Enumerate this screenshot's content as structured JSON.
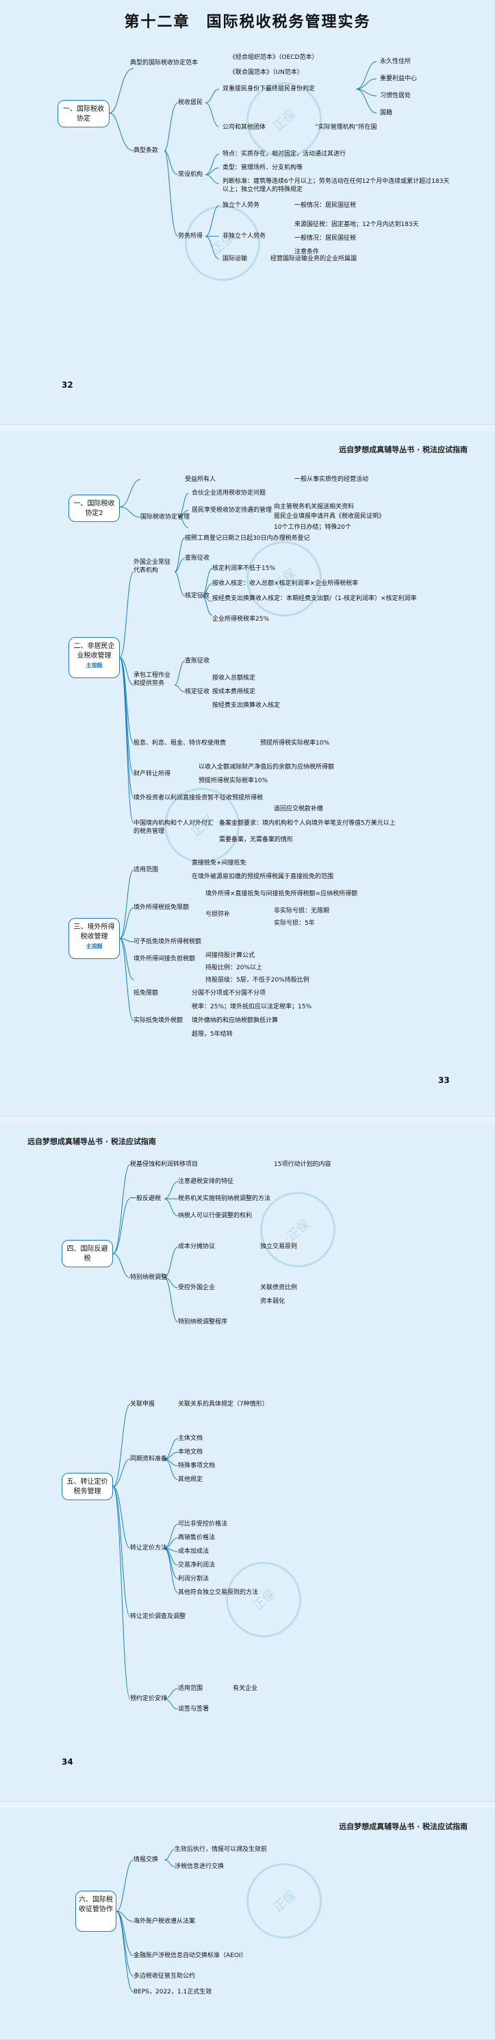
{
  "page1": {
    "title": "第十二章　国际税收税务管理实务",
    "page_no": "32",
    "root": "一、国际税收协定",
    "n": [
      "典型的国际税收协定范本",
      "《经合组织范本》（OECD范本）",
      "《联合国范本》（UN范本）",
      "典型条款",
      "税收居民",
      "双重居民身份下最终居民身份判定",
      "永久性住所",
      "重要利益中心",
      "习惯性居处",
      "国籍",
      "公司和其他团体",
      "“实际管理机构”所在国",
      "常设机构",
      "特点：实质存在，相对固定，活动通过其进行",
      "类型：管理场所、分支机构等",
      "判断标准：建筑等连续6个月以上；劳务活动在任何12个月中连续或累计超过183天以上；独立代理人的特殊规定",
      "劳务所得",
      "独立个人劳务",
      "一般情况：居民国征税",
      "非独立个人劳务",
      "来源国征税：固定基地；12个月内达到183天",
      "一般情况：居民国征税",
      "注意条件",
      "国际运输",
      "经营国际运输业务的企业所属国"
    ]
  },
  "page2": {
    "header": "远自梦想成真辅导丛书 · 税法应试指南",
    "page_no": "33",
    "root1": "一、国际税收协定2",
    "a": [
      "受益所有人",
      "一般从事实质性的经营活动",
      "国际税收协定管理",
      "合伙企业适用税收协定问题",
      "居民享受税收协定待遇的管理",
      "向主管税务机关报送相关资料",
      "居民企业填报申请开具《税收居民证明》",
      "10个工作日办结；特殊20个"
    ],
    "root2": "二、非居民企业税收管理",
    "root2_tag": "主观题",
    "b": [
      "外国企业常驻代表机构",
      "按照工商登记日期之日起30日内办理税务登记",
      "查账征收",
      "核定征收",
      "核定利润率不低于15%",
      "按收入核定：收入总额×核定利润率×企业所得税税率",
      "按经费支出换算收入核定：本期经费支出额/（1-核定利润率）×核定利润率",
      "企业所得税税率25%",
      "承包工程作业和提供劳务",
      "查账征收",
      "核定征收",
      "按收入总额核定",
      "按成本费用核定",
      "按经费支出换算收入核定",
      "股息、利息、租金、特许权使用费",
      "预提所得税实际税率10%",
      "财产转让所得",
      "以收入全额减除财产净值后的余额为应纳税所得额",
      "预提所得税实际税率10%",
      "境外投资者以利润直接投资暂不征收预提所得税",
      "追回应交税款补缴",
      "中国境内机构和个人对外付汇的税务管理",
      "备案金额要求：境内机构和个人向境外单笔支付等值5万美元以上",
      "需要备案，无需备案的情形"
    ],
    "root3": "三、境外所得税收管理",
    "root3_tag": "主观题",
    "c": [
      "适用范围",
      "直接抵免+间接抵免",
      "在境外被源泉扣缴的预提所得税属于直接抵免的范围",
      "境外所得税抵免限额",
      "境外所得×直接抵免与间接抵免所得税额=应纳税所得额",
      "亏损弥补",
      "非实际亏损：无限期",
      "实际亏损：5年",
      "可予抵免境外所得税税额",
      "境外所得间接负担税额",
      "间接持股计算公式",
      "持股比例：20%以上",
      "持股层级：5层，不低于20%持股比例",
      "抵免限额",
      "分国不分项或不分国不分项",
      "税率：25%；境外抵扣应以法定税率；15%",
      "实际抵免境外税额",
      "境外缴纳的和应纳税额孰低计算",
      "超限，5年结转"
    ]
  },
  "page3": {
    "header": "远自梦想成真辅导丛书 · 税法应试指南",
    "page_no": "34",
    "root4": "四、国际反避税",
    "d": [
      "税基侵蚀和利润转移项目",
      "15项行动计划的内容",
      "一般反避税",
      "注意避税安排的特征",
      "税务机关实施特别纳税调整的方法",
      "纳税人可以行使调整的权利",
      "特别纳税调整",
      "成本分摊协议",
      "受控外国企业",
      "特别纳税调整程序",
      "独立交易原则",
      "关联债资比例",
      "资本弱化"
    ],
    "root5": "五、转让定价税务管理",
    "e": [
      "关联申报",
      "关联关系的具体规定（7种情形）",
      "同期资料准备",
      "主体文档",
      "本地文档",
      "特殊事项文档",
      "其他规定",
      "转让定价方法",
      "可比非受控价格法",
      "再销售价格法",
      "成本加成法",
      "交易净利润法",
      "利润分割法",
      "其他符合独立交易原则的方法",
      "转让定价调查及调整",
      "预约定价安排",
      "适用范围",
      "有关企业",
      "谈签与签署"
    ]
  },
  "page4": {
    "header": "远自梦想成真辅导丛书 · 税法应试指南",
    "root6": "六、国际税收征管协作",
    "f": [
      "情报交换",
      "生效后执行，情报可以溯及生效前",
      "涉税信息进行交换",
      "海外账户税收遵从法案",
      "金融账户涉税信息自动交换标准（AEOI）",
      "多边税收征管互助公约",
      "BEPS，2022，1.1正式生效"
    ]
  }
}
